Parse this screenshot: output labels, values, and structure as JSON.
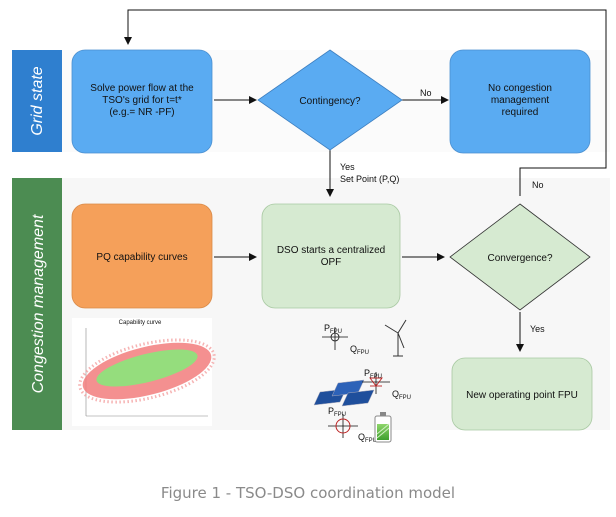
{
  "lanes": {
    "grid_state": "Grid state",
    "congestion": "Congestion management"
  },
  "nodes": {
    "solve": [
      "Solve  power flow at the",
      "TSO's grid  for t=t*",
      "(e.g.= NR -PF)"
    ],
    "contingency": "Contingency?",
    "no_congestion": [
      "No congestion",
      "management",
      "required"
    ],
    "pq_curves": "PQ capability curves",
    "dso_opf": [
      "DSO starts a centralized",
      "OPF"
    ],
    "convergence": "Convergence?",
    "new_point": "New operating point FPU"
  },
  "edges": {
    "no_top": "No",
    "yes_setpoint": [
      "Yes",
      "Set Point  (P,Q)"
    ],
    "no_right": "No",
    "yes_bottom": "Yes"
  },
  "plot": {
    "title": "Capability curve"
  },
  "fpu": {
    "p": "P",
    "q": "Q",
    "sub": "FPU"
  },
  "caption": "Figure 1 - TSO-DSO coordination model",
  "colors": {
    "lane_blue": "#2f7fcf",
    "lane_green": "#4c8c52",
    "node_blue": "#5aabf2",
    "node_orange": "#f5a05a",
    "node_green": "#d6ead1",
    "line": "#111111"
  }
}
